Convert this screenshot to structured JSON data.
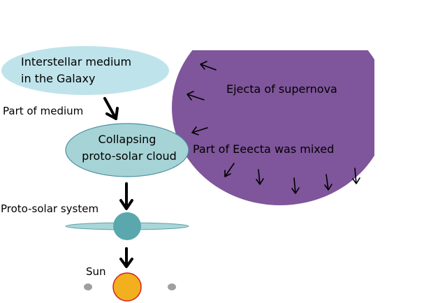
{
  "nodes": {
    "ism": {
      "line1": "Interstellar medium",
      "line2": "in the Galaxy"
    },
    "cloud": {
      "line1": "Collapsing",
      "line2": "proto-solar cloud"
    },
    "supernova": {
      "label": "Ejecta of supernova"
    },
    "sun": {
      "label": "Sun"
    }
  },
  "labels": {
    "part_of_medium": "Part of medium",
    "mixed": "Part of Eeecta was mixed",
    "proto_solar_system": "Proto-solar system"
  },
  "colors": {
    "ism_fill": "#bfe3ea",
    "cloud_fill": "#a6d3d6",
    "cloud_stroke": "#4a8fa0",
    "supernova_fill": "#7f559b",
    "disk_fill": "#a9d6d9",
    "disk_stroke": "#5f9ea8",
    "protostar_fill": "#5aa7ad",
    "sun_fill": "#f2b01f",
    "sun_stroke": "#d42020",
    "planet_fill": "#9ca0a1",
    "arrow": "#000000"
  }
}
